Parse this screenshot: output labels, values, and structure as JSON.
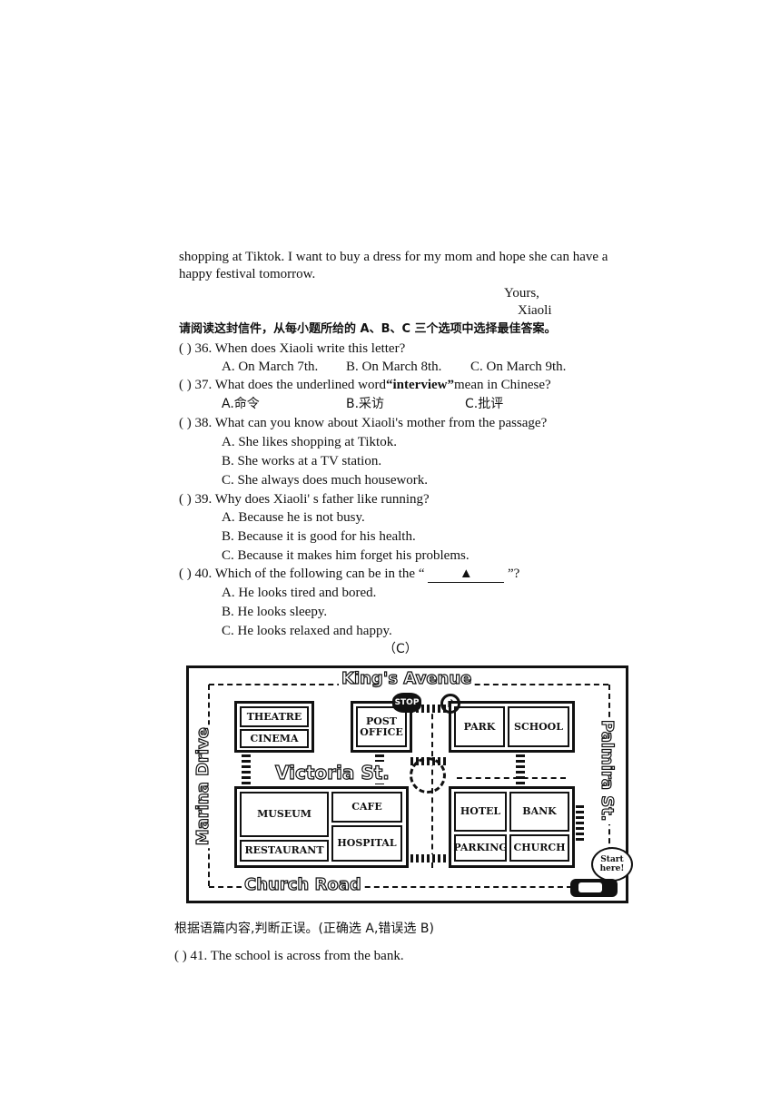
{
  "letter": {
    "line1": "shopping at Tiktok. I want to buy a dress for my mom and hope she can have a",
    "line2": "happy festival tomorrow.",
    "closing": "Yours,",
    "signature": "Xiaoli"
  },
  "instructions_b": "请阅读这封信件，从每小题所给的 A、B、C 三个选项中选择最佳答案。",
  "questions": [
    {
      "bracket": "(      )",
      "stem": "36. When does Xiaoli write this letter?",
      "options": [
        "A. On March 7th.",
        "B. On March 8th.",
        "C. On March 9th."
      ]
    },
    {
      "bracket": "(      )",
      "stem_pre": "37. What does the underlined word",
      "stem_word": "“interview”",
      "stem_post": "mean in Chinese?",
      "options": [
        "A.命令",
        "B.采访",
        "C.批评"
      ]
    },
    {
      "bracket": "(      )",
      "stem": "38. What can you know about Xiaoli's mother from the passage?",
      "options": [
        "A. She likes shopping at Tiktok.",
        "B. She works at a TV station.",
        "C. She always does much housework."
      ]
    },
    {
      "bracket": "(      )",
      "stem": "39. Why does Xiaoli' s father like running?",
      "options": [
        "A. Because he is not busy.",
        "B. Because it is good for his health.",
        "C. Because it makes him forget his problems."
      ]
    },
    {
      "bracket": "(      )",
      "stem_pre": "40. Which of the following can be in the “",
      "blank_mark": "▲",
      "stem_post": "”?",
      "options": [
        "A.  He looks tired and bored.",
        "B.  He looks sleepy.",
        "C. He looks relaxed and happy."
      ]
    }
  ],
  "section_label": "（C）",
  "map": {
    "streets": {
      "top": "King's Avenue",
      "left": "Marina Drive",
      "right": "Palmira St.",
      "middle": "Victoria St.",
      "bottom": "Church Road"
    },
    "places": {
      "theatre": "THEATRE",
      "cinema": "CINEMA",
      "post_office_1": "POST",
      "post_office_2": "OFFICE",
      "park": "PARK",
      "school": "SCHOOL",
      "museum": "MUSEUM",
      "cafe": "CAFE",
      "restaurant": "RESTAURANT",
      "hospital": "HOSPITAL",
      "hotel": "HOTEL",
      "bank": "BANK",
      "parking": "PARKING",
      "church": "CHURCH"
    },
    "stop_sign": "STOP",
    "start_1": "Start",
    "start_2": "here!"
  },
  "instructions_c": "根据语篇内容,判断正误。(正确选 A,错误选 B)",
  "q41": {
    "bracket": "(        )",
    "stem": "41. The school is across from the bank."
  }
}
